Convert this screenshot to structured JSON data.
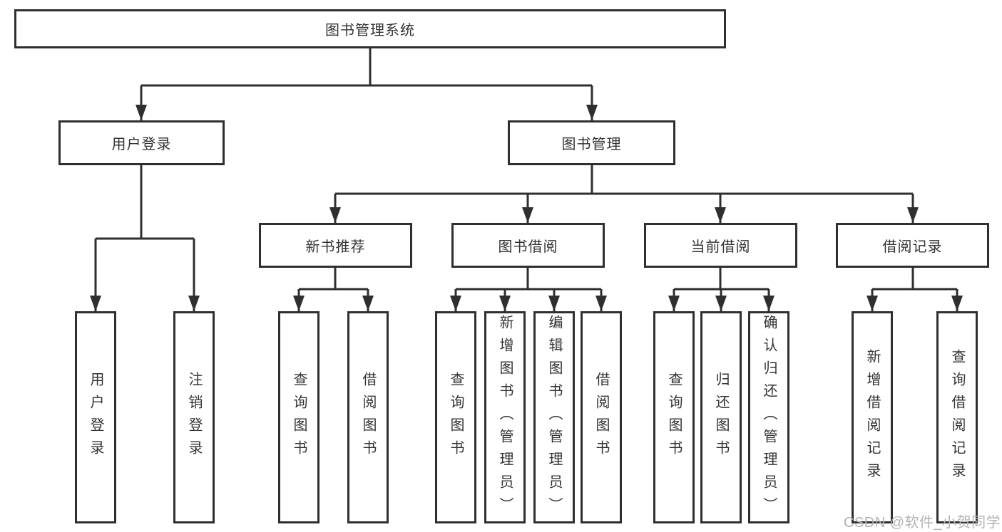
{
  "page": {
    "background": "#ffffff",
    "line_color": "#2f2f2f",
    "text_color": "#333333",
    "watermark_color": "#b3b3b3"
  },
  "diagram": {
    "root": {
      "label": "图书管理系统"
    },
    "branches": [
      {
        "label": "用户登录",
        "children": [
          {
            "label": "用户登录"
          },
          {
            "label": "注销登录"
          }
        ]
      },
      {
        "label": "图书管理",
        "sections": [
          {
            "label": "新书推荐",
            "children": [
              {
                "label": "查询图书"
              },
              {
                "label": "借阅图书"
              }
            ]
          },
          {
            "label": "图书借阅",
            "children": [
              {
                "label": "查询图书"
              },
              {
                "label": "新增图书（管理员）"
              },
              {
                "label": "编辑图书（管理员）"
              },
              {
                "label": "借阅图书"
              }
            ]
          },
          {
            "label": "当前借阅",
            "children": [
              {
                "label": "查询图书"
              },
              {
                "label": "归还图书"
              },
              {
                "label": "确认归还（管理员）"
              }
            ]
          },
          {
            "label": "借阅记录",
            "children": [
              {
                "label": "新增借阅记录"
              },
              {
                "label": "查询借阅记录"
              }
            ]
          }
        ]
      }
    ],
    "watermark": "CSDN @软件_小贺同学"
  }
}
